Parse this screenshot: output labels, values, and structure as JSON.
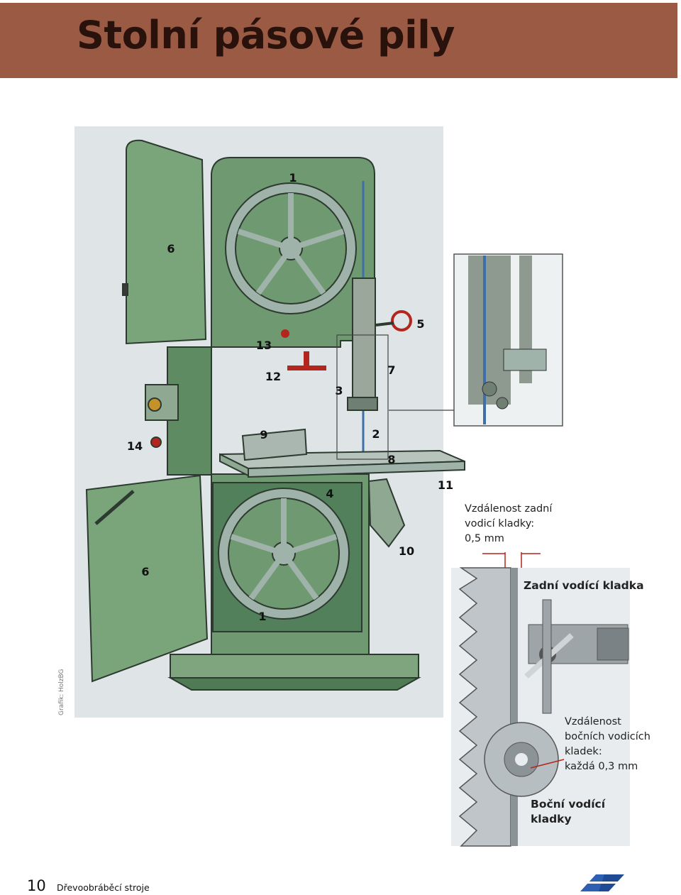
{
  "header": {
    "title": "Stolní pásové pily",
    "color": "#9b5a43"
  },
  "figure": {
    "credit": "Grafik: HolzBG",
    "callouts": [
      "1",
      "6",
      "5",
      "13",
      "7",
      "12",
      "3",
      "14",
      "9",
      "2",
      "8",
      "11",
      "4",
      "10",
      "6",
      "1"
    ]
  },
  "detail": {
    "rear_distance": [
      "Vzdálenost zadní",
      "vodicí kladky:",
      "0,5 mm"
    ],
    "rear_guide_label": "Zadní vodící kladka",
    "side_distance": [
      "Vzdálenost",
      "bočních vodicích",
      "kladek:",
      "každá 0,3 mm"
    ],
    "side_guide_label": [
      "Boční vodící",
      "kladky"
    ]
  },
  "footer": {
    "page_number": "10",
    "section": "Dřevoobráběcí stroje"
  }
}
